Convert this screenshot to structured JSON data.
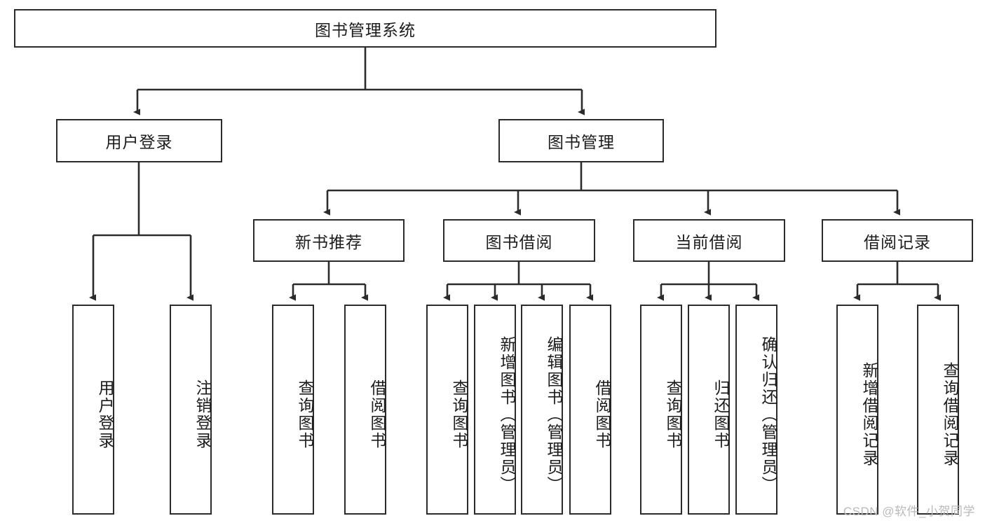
{
  "diagram": {
    "title": "图书管理系统",
    "watermark": "CSDN @软件_小贺同学",
    "root": {
      "label": "图书管理系统"
    },
    "level2": [
      {
        "label": "用户登录"
      },
      {
        "label": "图书管理"
      }
    ],
    "level3": [
      {
        "label": "新书推荐"
      },
      {
        "label": "图书借阅"
      },
      {
        "label": "当前借阅"
      },
      {
        "label": "借阅记录"
      }
    ],
    "leaves": {
      "user_login": [
        {
          "label": "用户登录"
        },
        {
          "label": "注销登录"
        }
      ],
      "new_book": [
        {
          "label": "查询图书"
        },
        {
          "label": "借阅图书"
        }
      ],
      "book_borrow": [
        {
          "label": "查询图书"
        },
        {
          "label": "新增图书（管理员）"
        },
        {
          "label": "编辑图书（管理员）"
        },
        {
          "label": "借阅图书"
        }
      ],
      "current_borrow": [
        {
          "label": "查询图书"
        },
        {
          "label": "归还图书"
        },
        {
          "label": "确认归还（管理员）"
        }
      ],
      "borrow_record": [
        {
          "label": "新增借阅记录"
        },
        {
          "label": "查询借阅记录"
        }
      ]
    },
    "colors": {
      "stroke": "#2b2b2b",
      "fill": "#ffffff",
      "text": "#1c1c1c",
      "watermark": "#b9b9b9"
    }
  }
}
